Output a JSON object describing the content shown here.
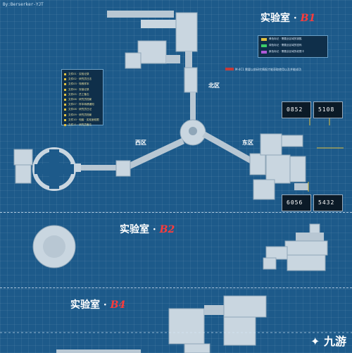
{
  "author_credit": "By:Berserker-YJT",
  "floors": {
    "b1": {
      "title": "实验室",
      "dot": "·",
      "code": "B1"
    },
    "b2": {
      "title": "实验室",
      "dot": "·",
      "code": "B2"
    },
    "b4": {
      "title": "实验室",
      "dot": "·",
      "code": "B4"
    }
  },
  "zones": {
    "north": "北区",
    "west": "西区",
    "east": "东区"
  },
  "legend_items": [
    "文件01 · 实验记录",
    "文件02 · 研究员日志",
    "文件03 · 特殊样本",
    "文件04 · 安保记录",
    "文件05 · 员工备忘",
    "文件06 · 研究员档案",
    "文件07 · 样本转移通知",
    "文件08 · 研究员日记",
    "文件09 · 研究员档案",
    "文件10 · 电脑 · 实验室权限",
    "文件11 · 研究员备忘"
  ],
  "key_legend": [
    {
      "label": "黄色标记 · 需要此区域的钥匙",
      "color": "#e0c040"
    },
    {
      "label": "绿色标记 · 需要此区域的密码",
      "color": "#3ccf6a"
    },
    {
      "label": "紫色标记 · 需要此区域的权限卡",
      "color": "#b05ad8"
    }
  ],
  "weapon_note": "M-4C1 需要以前研究情报才能获取使用以及并能成功",
  "terminals": [
    "0852",
    "5108",
    "6056",
    "5432"
  ],
  "watermark": "九游",
  "colors": {
    "background": "#1d5a8a",
    "room": "#c9d6e0",
    "accent_red": "#ff3b3b"
  }
}
